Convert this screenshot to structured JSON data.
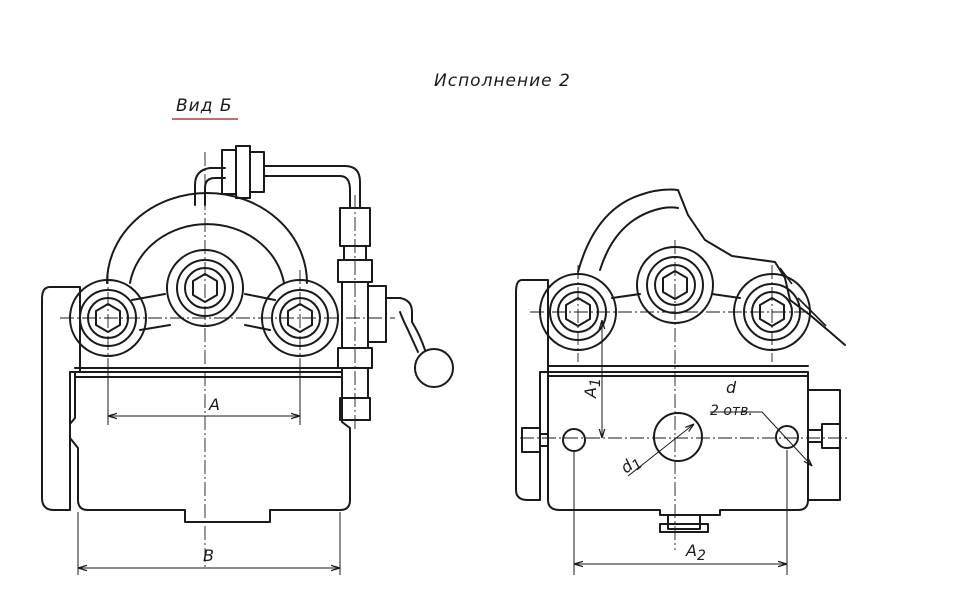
{
  "title": "Исполнение 2",
  "view_label": "Вид Б",
  "dims": {
    "A": "A",
    "B": "B",
    "A1": "A",
    "A1_sub": "1",
    "A2": "A",
    "A2_sub": "2",
    "d1": "d",
    "d1_sub": "1",
    "d": "d",
    "holes": "2 отв."
  }
}
